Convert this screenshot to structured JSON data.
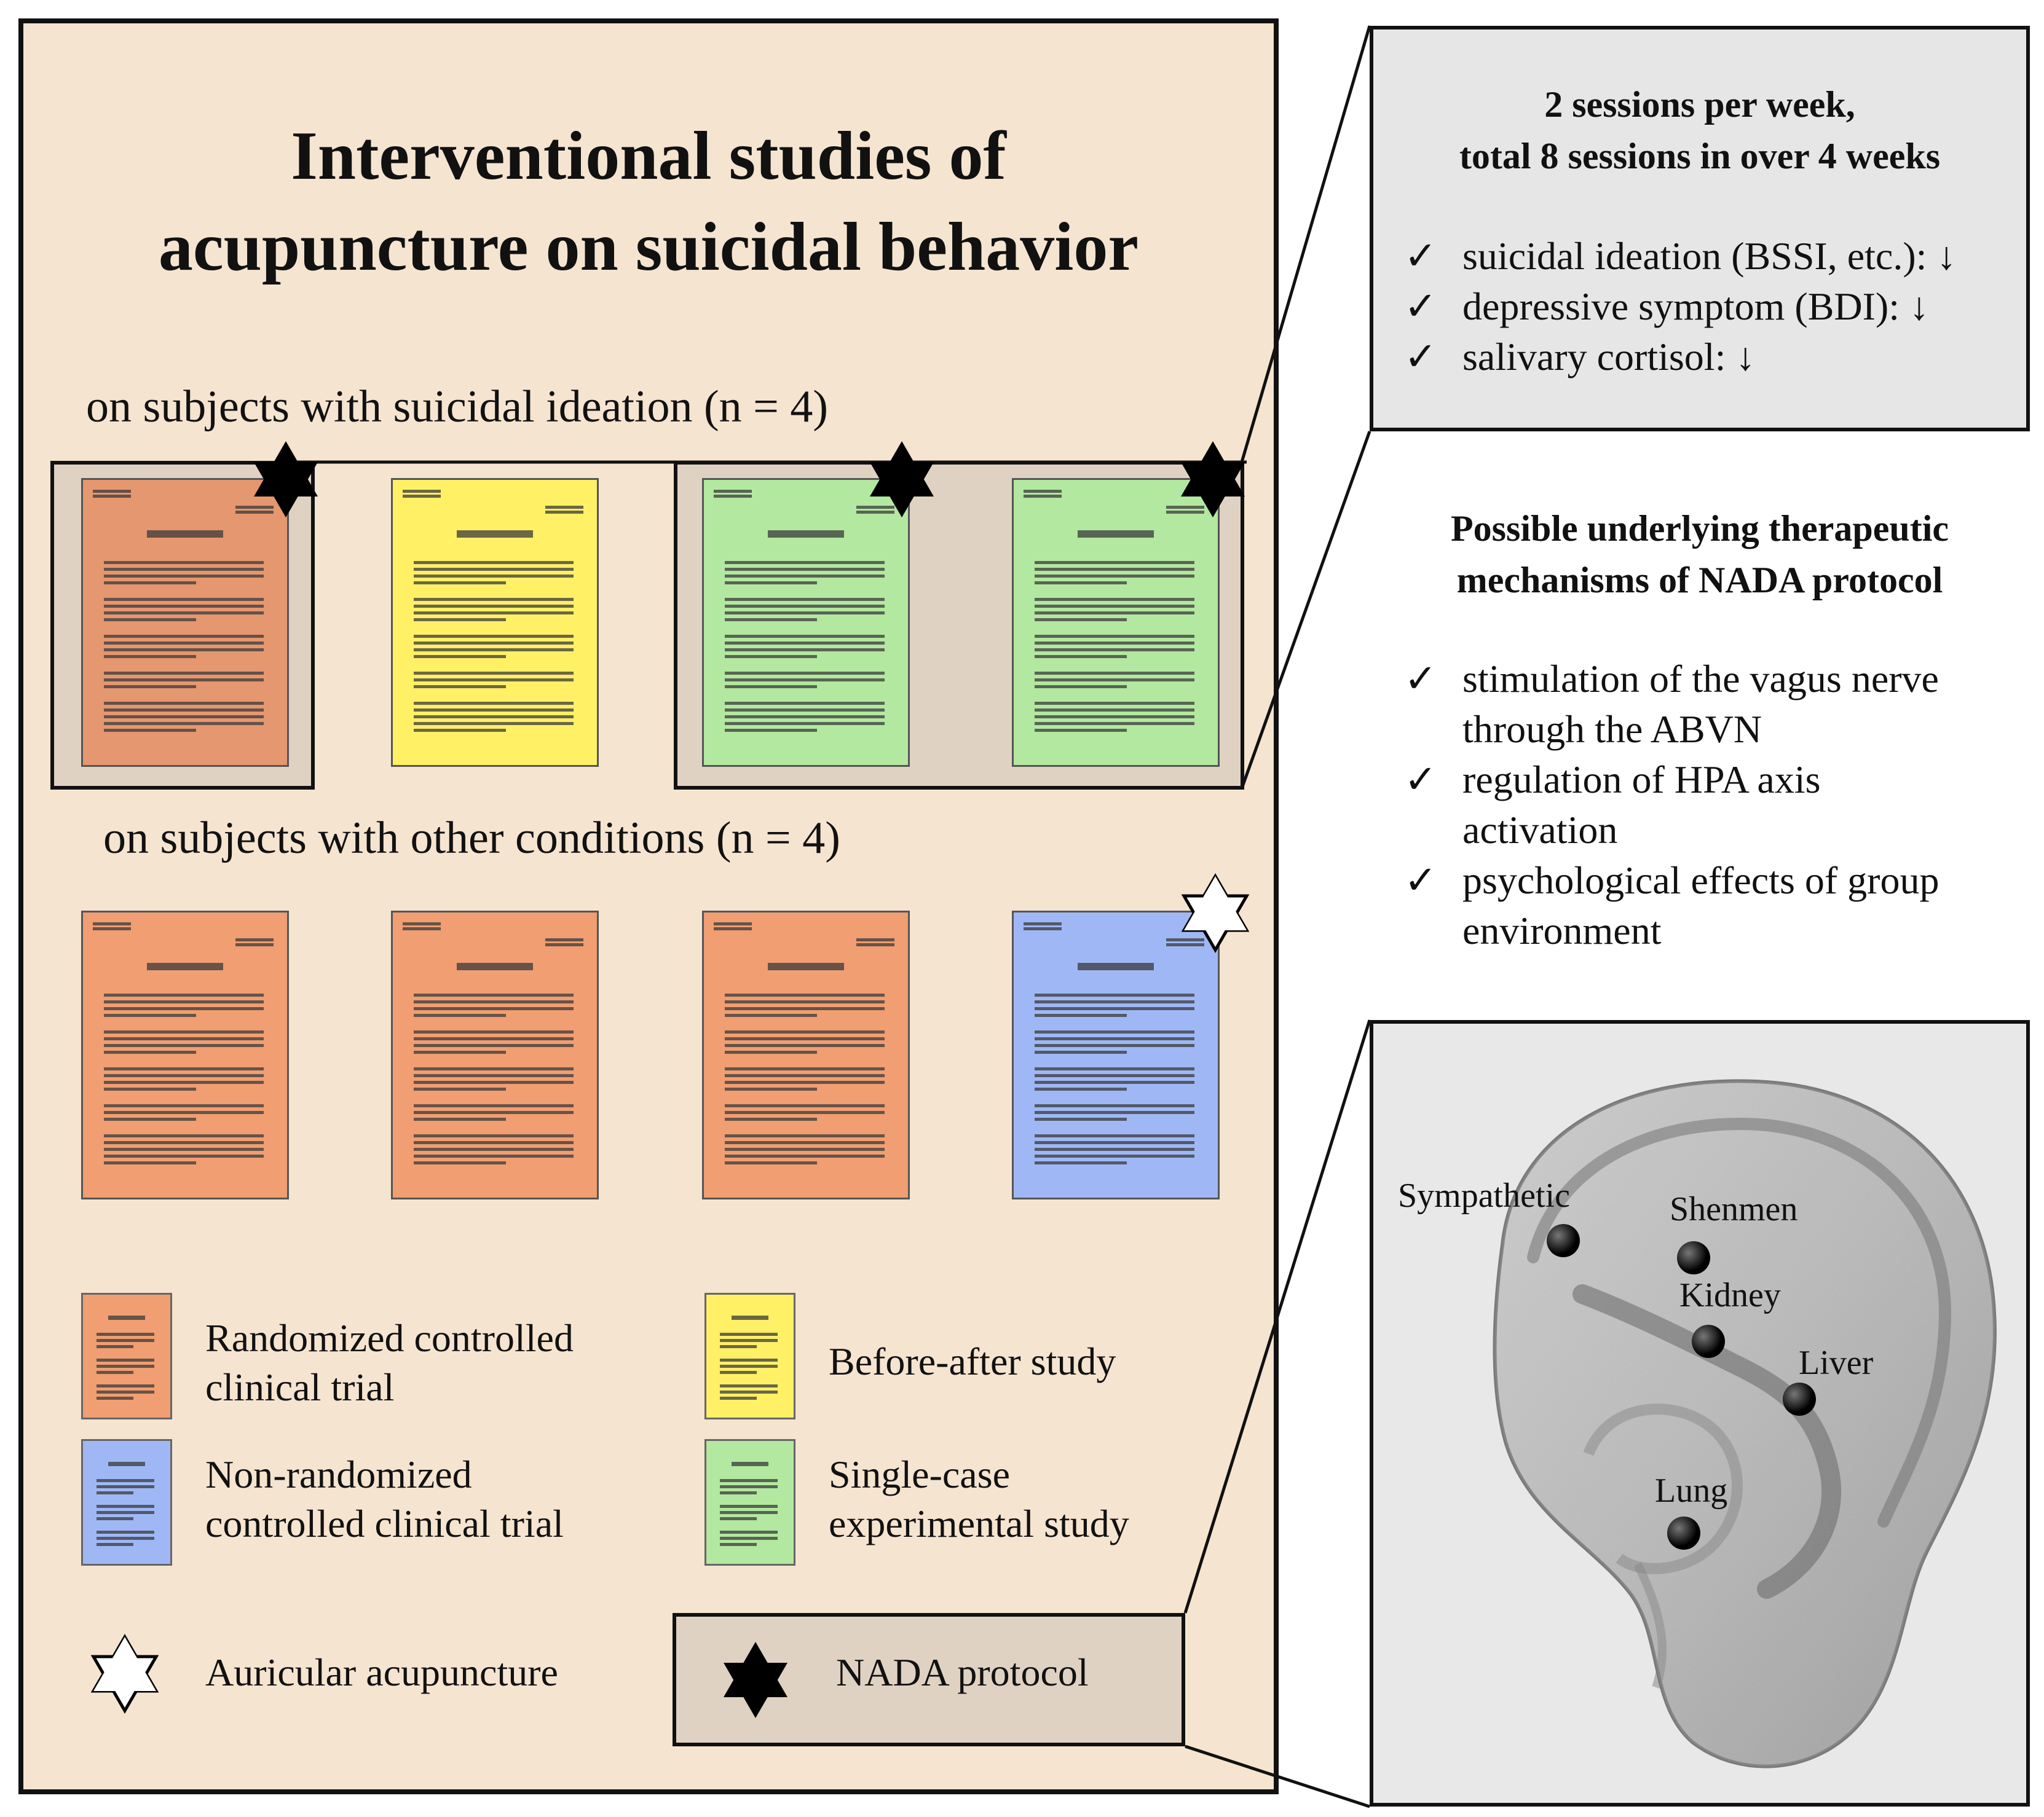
{
  "title_lines": [
    "Interventional studies of",
    "acupuncture on suicidal behavior"
  ],
  "section_ideation": "on subjects with suicidal ideation (n = 4)",
  "section_other": "on subjects with other conditions (n = 4)",
  "colors": {
    "rct": "#f09e72",
    "rct_dark": "#e5976f",
    "before_after": "#fff066",
    "single_case": "#b3e8a0",
    "nonrandomized": "#9fb8f5",
    "panel_bg": "#f5e4d0",
    "group_bg": "#e0d2c3",
    "side_box_bg": "#e6e6e6"
  },
  "legend": {
    "rct": [
      "Randomized controlled",
      "clinical trial"
    ],
    "before_after": [
      "Before-after study"
    ],
    "nonrandomized": [
      "Non-randomized",
      "controlled clinical trial"
    ],
    "single_case": [
      "Single-case",
      "experimental study"
    ],
    "auricular": "Auricular acupuncture",
    "nada": "NADA protocol",
    "icons": {
      "auricular": "white-hexagram-star-icon",
      "nada": "black-hexagram-star-icon"
    }
  },
  "sessions": {
    "heading_lines": [
      "2 sessions per week,",
      "total 8 sessions in over 4 weeks"
    ],
    "items": [
      "suicidal ideation (BSSI, etc.): ↓",
      "depressive symptom (BDI): ↓",
      "salivary cortisol: ↓"
    ]
  },
  "mechanisms": {
    "heading_lines": [
      "Possible underlying therapeutic",
      "mechanisms of NADA protocol"
    ],
    "items": [
      [
        "stimulation of the vagus nerve",
        "through the ABVN"
      ],
      [
        "regulation of  HPA axis",
        "activation"
      ],
      [
        "psychological effects of group",
        "environment"
      ]
    ]
  },
  "check_mark": "✓",
  "ear_points": [
    "Sympathetic",
    "Shenmen",
    "Kidney",
    "Liver",
    "Lung"
  ]
}
